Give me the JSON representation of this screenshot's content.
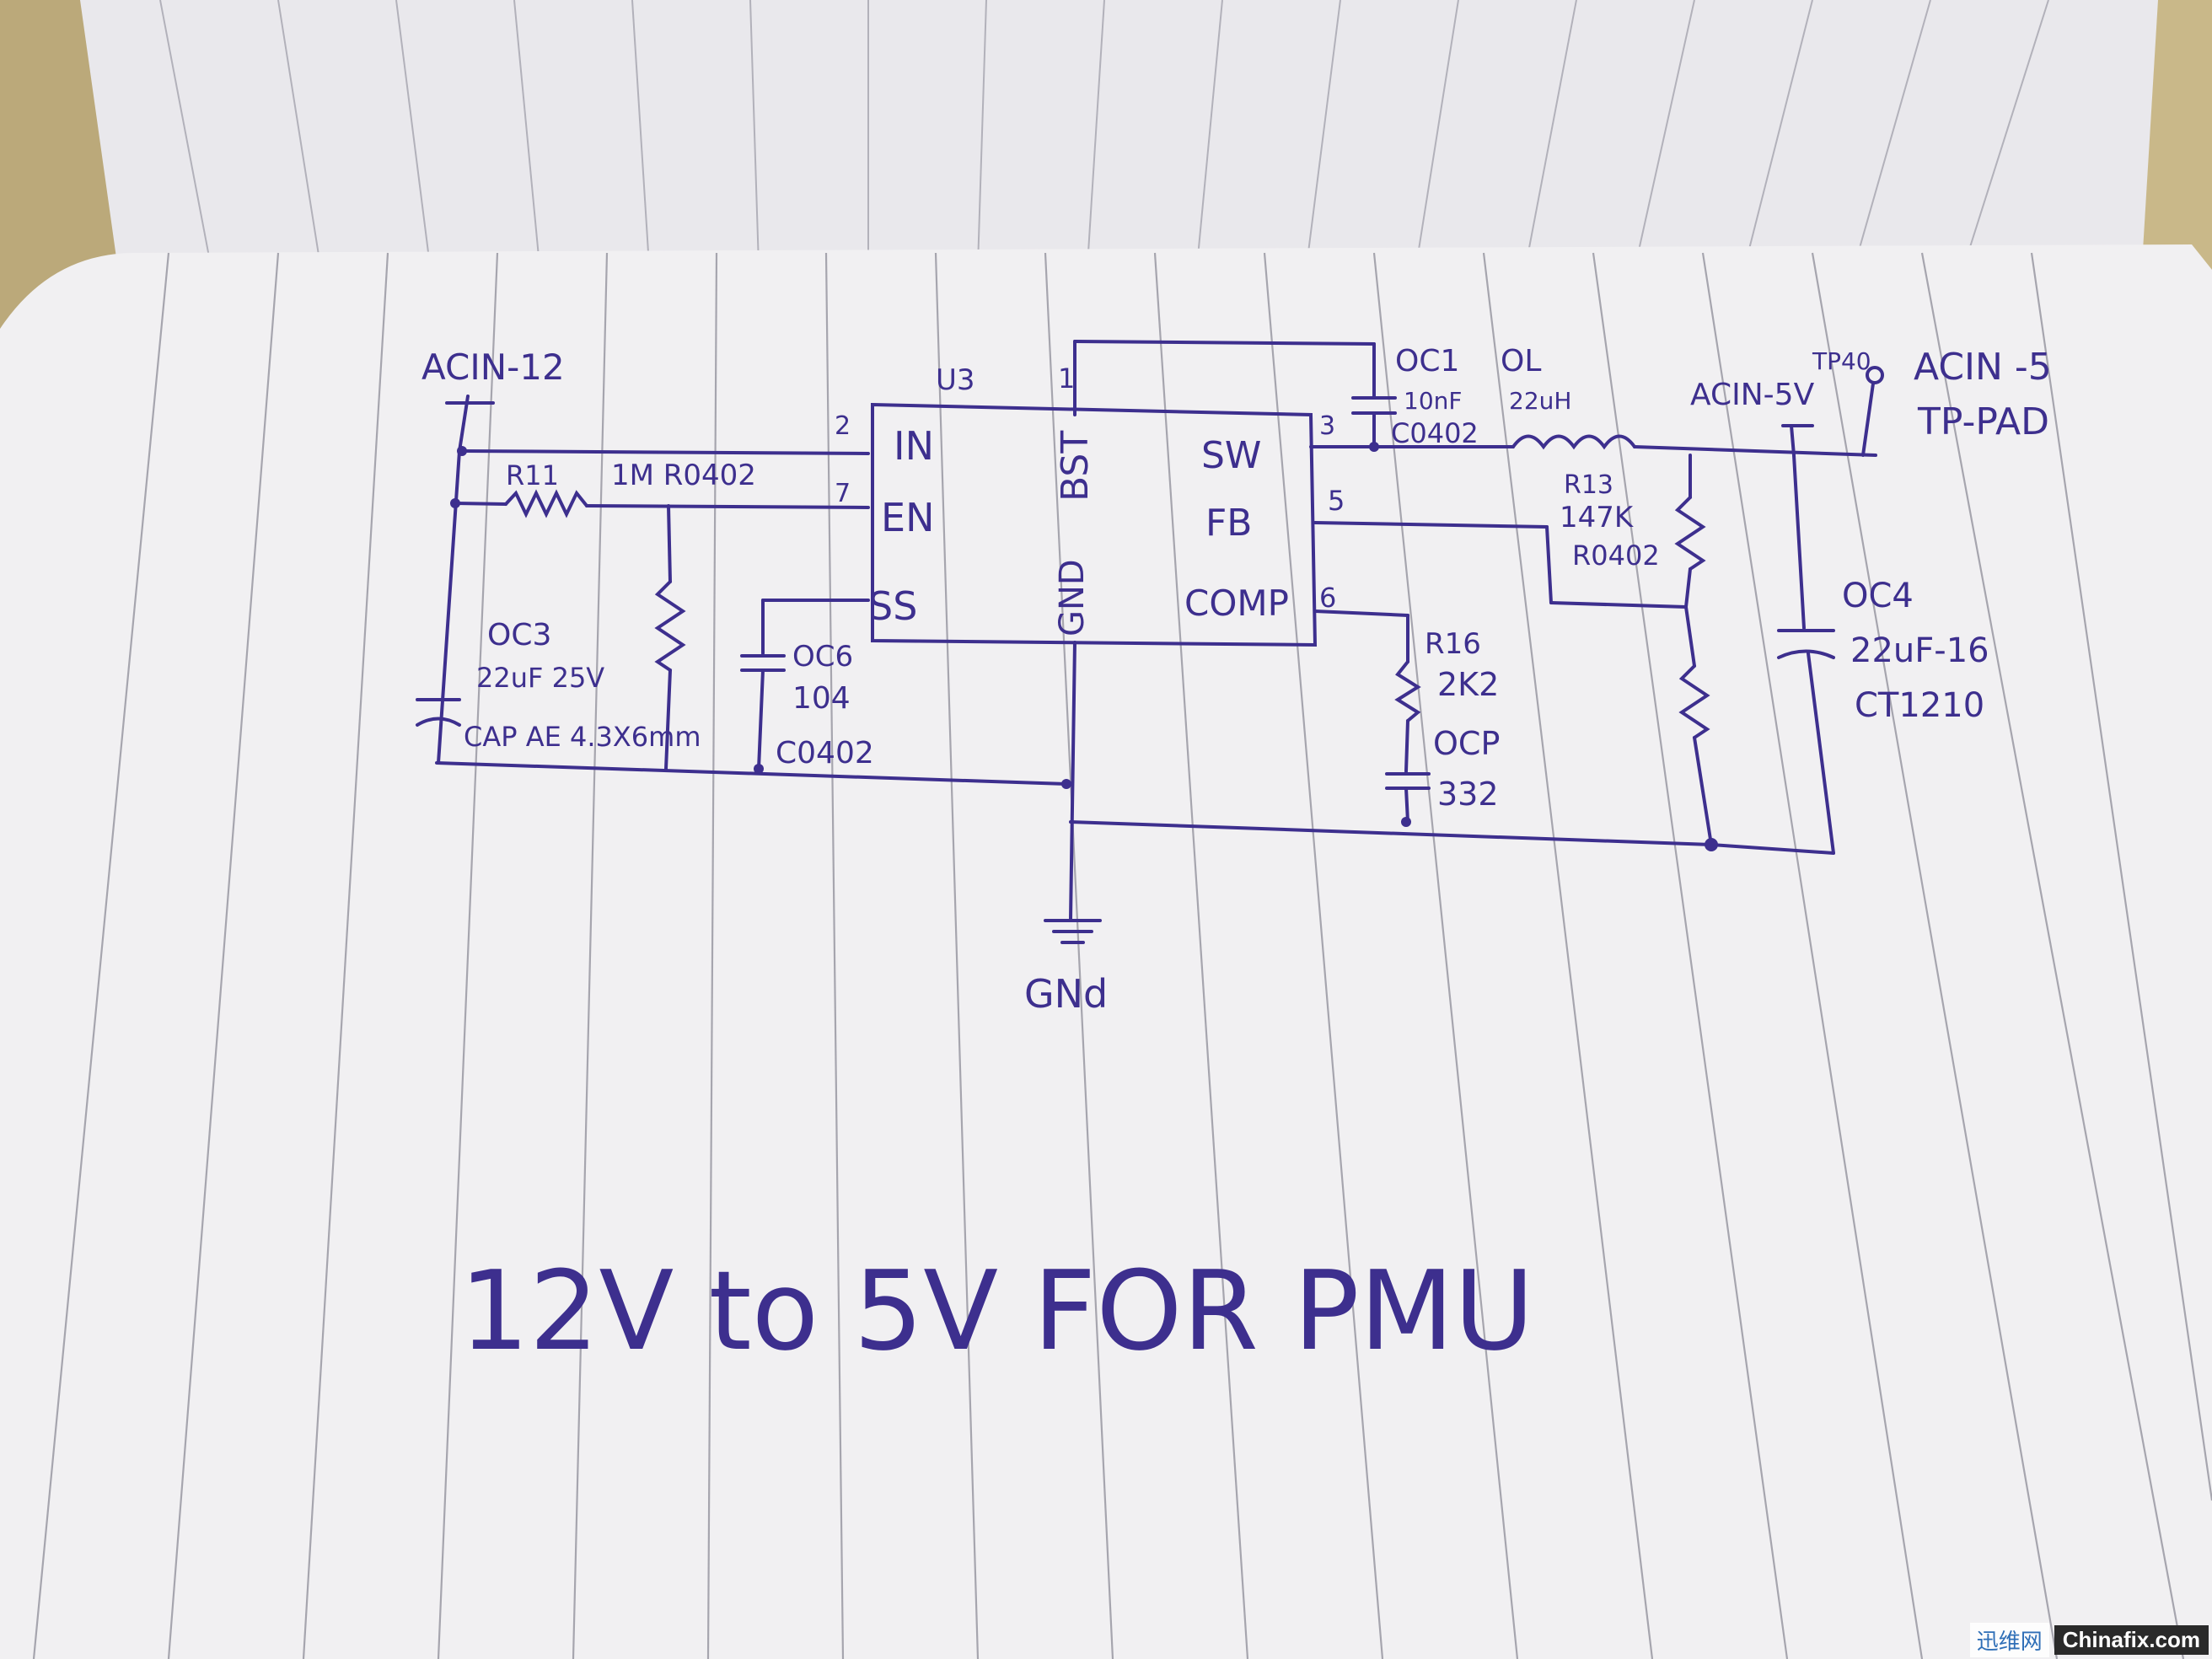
{
  "schematic": {
    "input_net": "ACIN-12",
    "output_net": "ACIN-5V",
    "output_net_alt": "ACIN -5",
    "test_point": {
      "ref": "TP40",
      "type": "TP-PAD"
    },
    "ic": {
      "ref": "U3",
      "pins": {
        "in": "IN",
        "in_num": "2",
        "en": "EN",
        "en_num": "7",
        "ss": "SS",
        "bst": "BST",
        "bst_num": "1",
        "gnd": "GND",
        "sw": "SW",
        "sw_num": "3",
        "fb": "FB",
        "fb_num": "5",
        "comp": "COMP",
        "comp_num": "6"
      }
    },
    "r11": {
      "ref": "R11",
      "value": "1M R0402"
    },
    "c3": {
      "ref": "OC3",
      "value": "22uF 25V",
      "package": "CAP AE 4.3X6mm"
    },
    "c6": {
      "ref": "OC6",
      "value": "104",
      "package": "C0402"
    },
    "c1": {
      "ref": "OC1",
      "value": "10nF",
      "package": "C0402"
    },
    "l1": {
      "ref": "OL",
      "value": "22uH"
    },
    "r13": {
      "ref": "R13",
      "value": "147K",
      "package": "R0402"
    },
    "c4": {
      "ref": "OC4",
      "value": "22uF-16",
      "package": "CT1210"
    },
    "r16": {
      "ref": "R16",
      "value": "2K2"
    },
    "cp": {
      "ref": "OCP",
      "value": "332"
    },
    "gnd_label": "GNd",
    "title": "12V to 5V FOR PMU"
  },
  "watermark": {
    "site_cn": "迅维网",
    "site": "Chinafix.com"
  },
  "colors": {
    "ink": "#3d2f8e",
    "paper": "#f1f0f2",
    "rule": "#8d8c98",
    "desk": "#c9b889"
  }
}
